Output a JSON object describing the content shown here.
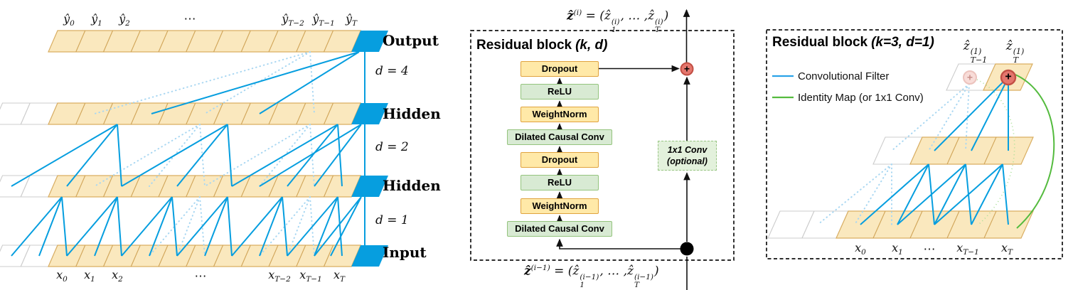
{
  "left": {
    "y_labels": [
      {
        "base": "ŷ",
        "sub": "0"
      },
      {
        "base": "ŷ",
        "sub": "1"
      },
      {
        "base": "ŷ",
        "sub": "2"
      },
      {
        "base": "ŷ",
        "sub": "T−2"
      },
      {
        "base": "ŷ",
        "sub": "T−1"
      },
      {
        "base": "ŷ",
        "sub": "T"
      }
    ],
    "y_dots": "⋯",
    "x_labels": [
      {
        "base": "x",
        "sub": "0"
      },
      {
        "base": "x",
        "sub": "1"
      },
      {
        "base": "x",
        "sub": "2"
      },
      {
        "base": "x",
        "sub": "T−2"
      },
      {
        "base": "x",
        "sub": "T−1"
      },
      {
        "base": "x",
        "sub": "T"
      }
    ],
    "x_dots": "⋯",
    "layers": [
      {
        "label": "Output"
      },
      {
        "label": "Hidden"
      },
      {
        "label": "Hidden"
      },
      {
        "label": "Input"
      }
    ],
    "dilations": [
      "d = 4",
      "d = 2",
      "d = 1"
    ]
  },
  "middle": {
    "title": "Residual block",
    "params": "(k, d)",
    "boxes": [
      "Dropout",
      "ReLU",
      "WeightNorm",
      "Dilated Causal Conv",
      "Dropout",
      "ReLU",
      "WeightNorm",
      "Dilated Causal Conv"
    ],
    "conv1x1_line1": "1x1 Conv",
    "conv1x1_line2": "(optional)",
    "plus": "+",
    "top_formula": {
      "lhs": "ẑ",
      "lhs_sup": "(i)",
      "eq": " = (",
      "v": "ẑ",
      "v1_sup": "(i)",
      "v1_sub": "1",
      "dots": ", … ,",
      "v2_sup": "(i)",
      "v2_sub": "T",
      "close": ")"
    },
    "bottom_formula": {
      "lhs": "ẑ",
      "lhs_sup": "(i−1)",
      "eq": " = (",
      "v": "ẑ",
      "v1_sup": "(i−1)",
      "v1_sub": "1",
      "dots": ", … ,",
      "v2_sup": "(i−1)",
      "v2_sub": "T",
      "close": ")"
    }
  },
  "right": {
    "title": "Residual block",
    "params": "(k=3, d=1)",
    "legend": [
      {
        "label": "Convolutional Filter"
      },
      {
        "label": "Identity Map (or 1x1 Conv)"
      }
    ],
    "z_labels": [
      {
        "base": "ẑ",
        "sup": "(1)",
        "sub": "T−1"
      },
      {
        "base": "ẑ",
        "sup": "(1)",
        "sub": "T"
      }
    ],
    "x_labels": [
      {
        "base": "x",
        "sub": "0"
      },
      {
        "base": "x",
        "sub": "1"
      },
      {
        "base": "x",
        "sub": "T−1"
      },
      {
        "base": "x",
        "sub": "T"
      }
    ],
    "x_dots": "⋯",
    "plus": "+",
    "plus_faint": "+"
  },
  "colors": {
    "cell_tan_fill": "#FAE8BE",
    "cell_tan_border": "#D9AE62",
    "highlight_blue": "#069EDF",
    "dotted_blue": "#A9D7F2",
    "identity_green": "#54BB3E",
    "box_tan_fill": "#FFE9A8",
    "box_tan_border": "#E0A33E",
    "box_green_fill": "#D8EAD3",
    "box_green_border": "#94C47D",
    "plus_red_fill": "#E4766D",
    "plus_red_border": "#C24F44"
  }
}
